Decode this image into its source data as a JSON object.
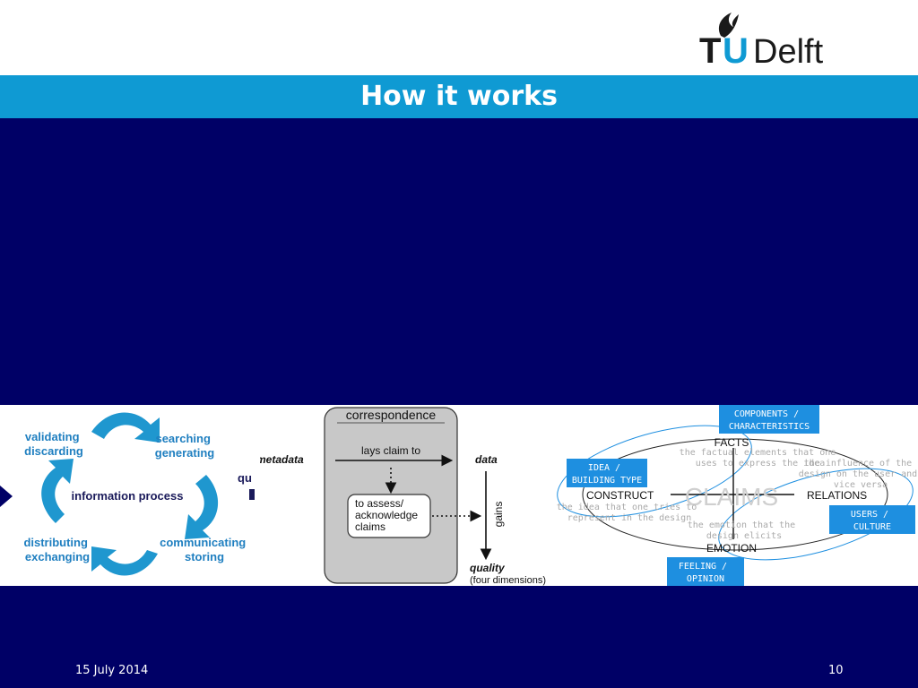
{
  "header": {
    "logo_text_t": "T",
    "logo_text_u": "U",
    "logo_text_rest": "Delft",
    "brand_color": "#0f9ad3"
  },
  "slide": {
    "title": "How it works",
    "date": "15 July 2014",
    "page_number": "10"
  },
  "figures": {
    "cycle": {
      "center_label": "information process",
      "top_left": [
        "validating",
        "discarding"
      ],
      "top_right": [
        "searching",
        "generating"
      ],
      "bottom_left": [
        "distributing",
        "exchanging"
      ],
      "bottom_right": [
        "communicating",
        "storing"
      ],
      "cut_label": "qu",
      "arrow_color": "#1f97cf"
    },
    "correspondence": {
      "box_title": "correspondence",
      "metadata": "metadata",
      "lays_claim": "lays claim to",
      "data": "data",
      "assess": [
        "to assess/",
        "acknowledge",
        "claims"
      ],
      "gains": "gains",
      "quality": "quality",
      "quality_sub": "(four dimensions)"
    },
    "claims": {
      "center_word": "CLAIMS",
      "facts": "FACTS",
      "construct": "CONSTRUCT",
      "relations": "RELATIONS",
      "emotion": "EMOTION",
      "box_components": [
        "COMPONENTS /",
        "CHARACTERISTICS"
      ],
      "box_idea": [
        "IDEA /",
        "BUILDING TYPE"
      ],
      "box_users": [
        "USERS /",
        "CULTURE"
      ],
      "box_feeling": [
        "FEELING /",
        "OPINION"
      ],
      "note_facts": [
        "the factual elements that one",
        "uses to express the idea"
      ],
      "note_relations": [
        "the influence of the",
        "design on the user and",
        "vice versa"
      ],
      "note_construct": [
        "the idea that one tries to",
        "represent in the design"
      ],
      "note_emotion": [
        "the emotion that the",
        "design elicits"
      ],
      "box_color": "#1e8fe0"
    }
  }
}
